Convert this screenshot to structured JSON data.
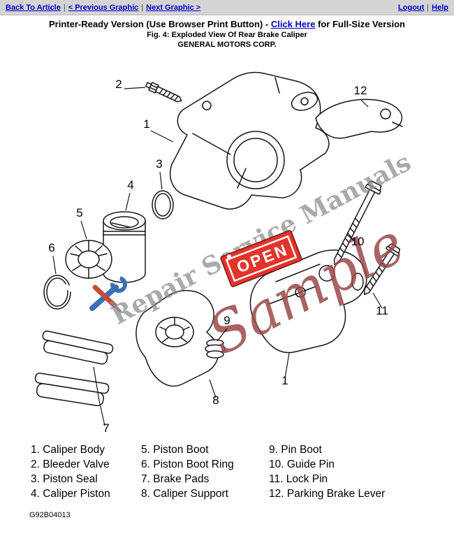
{
  "header": {
    "back_to_article": "Back To Article",
    "previous_graphic": "< Previous Graphic",
    "next_graphic": "Next Graphic >",
    "logout": "Logout",
    "help": "Help",
    "separator": "|"
  },
  "subheader": {
    "prefix": "Printer-Ready Version (Use Browser Print Button) - ",
    "link": "Click Here",
    "suffix": " for Full-Size Version"
  },
  "figure": {
    "title": "Fig. 4: Exploded View Of Rear Brake Caliper",
    "manufacturer": "GENERAL MOTORS CORP.",
    "code": "G92B04013"
  },
  "watermark": {
    "text1": "Repair Service Manuals",
    "text2": "Sample",
    "open_sign": "OPEN"
  },
  "colors": {
    "link_blue": "#0000cc",
    "open_sign_red": "#e3342b",
    "watermark_gray": "#8a8a8a",
    "watermark_red": "#9a4a4a"
  },
  "diagram": {
    "callouts": [
      "1",
      "2",
      "3",
      "4",
      "5",
      "6",
      "7",
      "8",
      "9",
      "10",
      "11",
      "12",
      "1"
    ]
  },
  "legend": {
    "columns": [
      {
        "items": [
          "1. Caliper Body",
          "2. Bleeder Valve",
          "3. Piston Seal",
          "4. Caliper Piston"
        ]
      },
      {
        "items": [
          "5. Piston Boot",
          "6. Piston Boot Ring",
          "7. Brake Pads",
          "8. Caliper Support"
        ]
      },
      {
        "items": [
          "9. Pin Boot",
          "10. Guide Pin",
          "11. Lock Pin",
          "12. Parking Brake Lever"
        ]
      }
    ]
  }
}
